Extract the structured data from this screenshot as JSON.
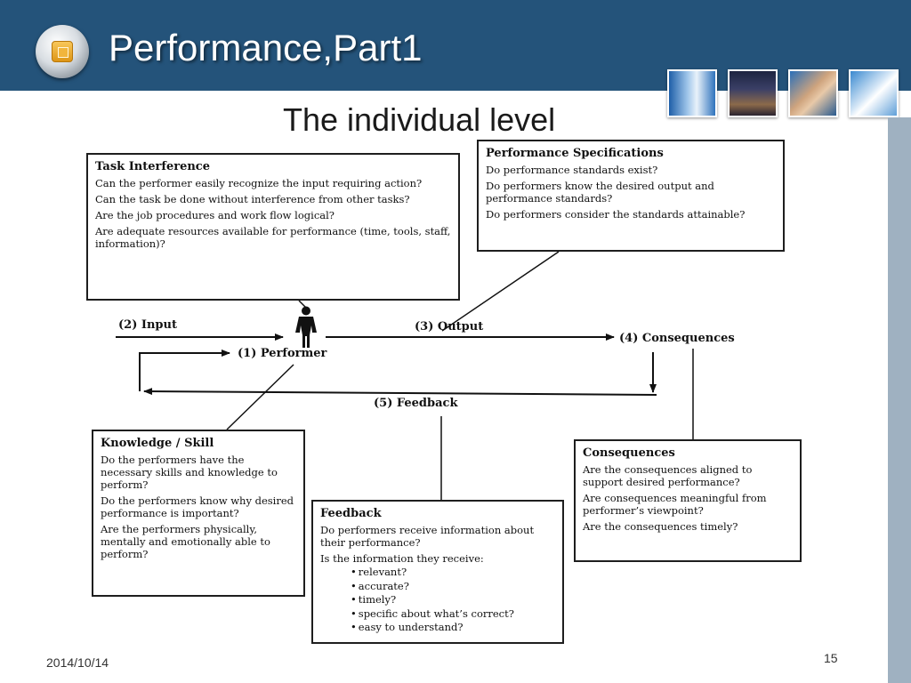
{
  "header": {
    "title": "Performance,Part1"
  },
  "subtitle": "The individual level",
  "diagram": {
    "boxes": {
      "task_interference": {
        "title": "Task Interference",
        "lines": [
          "Can the performer easily recognize the input requiring action?",
          "Can the task be done without interference from other tasks?",
          "Are the job procedures and work flow logical?",
          "Are adequate resources available for performance (time, tools, staff, information)?"
        ]
      },
      "performance_specifications": {
        "title": "Performance Specifications",
        "lines": [
          "Do performance standards exist?",
          "Do performers know the desired output and performance standards?",
          "Do performers consider the standards attainable?"
        ]
      },
      "knowledge_skill": {
        "title": "Knowledge / Skill",
        "lines": [
          "Do the performers have the necessary skills and knowledge to perform?",
          "Do the performers know why desired performance is important?",
          "Are the performers physically, mentally and emotionally able to perform?"
        ]
      },
      "feedback": {
        "title": "Feedback",
        "lines": [
          "Do performers receive information about their performance?",
          "Is the information they receive:"
        ],
        "bullets": [
          "relevant?",
          "accurate?",
          "timely?",
          "specific about what’s correct?",
          "easy to understand?"
        ]
      },
      "consequences": {
        "title": "Consequences",
        "lines": [
          "Are the consequences aligned to support desired performance?",
          "Are consequences meaningful from performer’s viewpoint?",
          "Are the consequences timely?"
        ]
      }
    },
    "labels": {
      "input": "(2) Input",
      "performer": "(1) Performer",
      "output": "(3) Output",
      "consequences": "(4) Consequences",
      "feedback": "(5) Feedback"
    }
  },
  "footer": {
    "date": "2014/10/14",
    "page": "15"
  },
  "colors": {
    "header_bg": "#24537a",
    "side_strip": "#9fb1c1",
    "box_border": "#1e1e1e"
  },
  "icons": [
    "app-logo-icon",
    "person-icon"
  ]
}
